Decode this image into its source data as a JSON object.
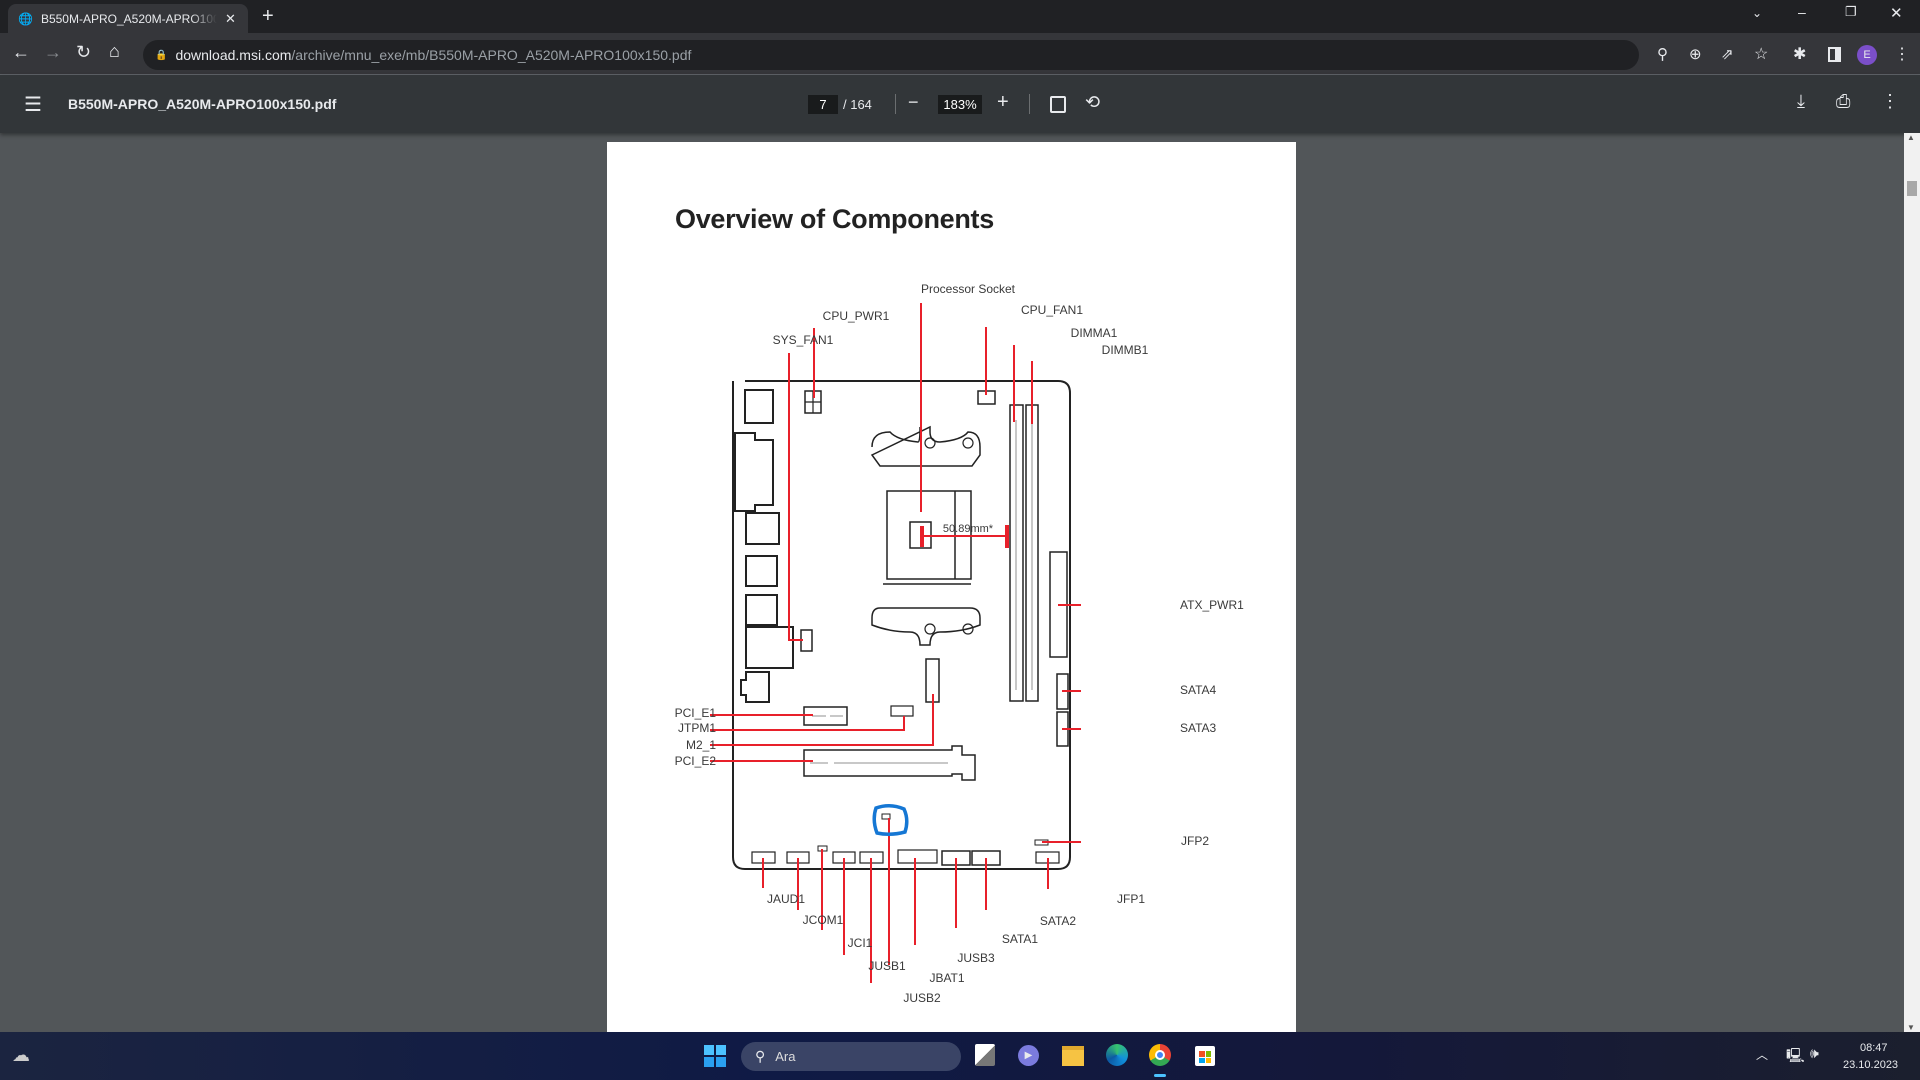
{
  "browser": {
    "tab_title": "B550M-APRO_A520M-APRO100x150.pdf",
    "url_domain": "download.msi.com",
    "url_path": "/archive/mnu_exe/mb/B550M-APRO_A520M-APRO100x150.pdf",
    "profile_initial": "E",
    "profile_color": "#7b4fc9"
  },
  "pdf": {
    "filename": "B550M-APRO_A520M-APRO100x150.pdf",
    "current_page": "7",
    "total_pages": "/ 164",
    "zoom": "183%"
  },
  "document": {
    "title": "Overview of Components",
    "measure": "50.89mm*",
    "labels": {
      "processor_socket": "Processor Socket",
      "cpu_pwr1": "CPU_PWR1",
      "sys_fan1": "SYS_FAN1",
      "cpu_fan1": "CPU_FAN1",
      "dimma1": "DIMMA1",
      "dimmb1": "DIMMB1",
      "atx_pwr1": "ATX_PWR1",
      "sata4": "SATA4",
      "sata3": "SATA3",
      "pci_e1": "PCI_E1",
      "jtpm1": "JTPM1",
      "m2_1": "M2_1",
      "pci_e2": "PCI_E2",
      "jfp2": "JFP2",
      "jfp1": "JFP1",
      "jaud1": "JAUD1",
      "jcom1": "JCOM1",
      "jci1": "JCI1",
      "jusb1": "JUSB1",
      "jusb2": "JUSB2",
      "jbat1": "JBAT1",
      "jusb3": "JUSB3",
      "sata1": "SATA1",
      "sata2": "SATA2"
    },
    "accent": "#e8202a",
    "highlight": "#1577d4"
  },
  "taskbar": {
    "search_placeholder": "Ara",
    "time": "08:47",
    "date": "23.10.2023"
  }
}
